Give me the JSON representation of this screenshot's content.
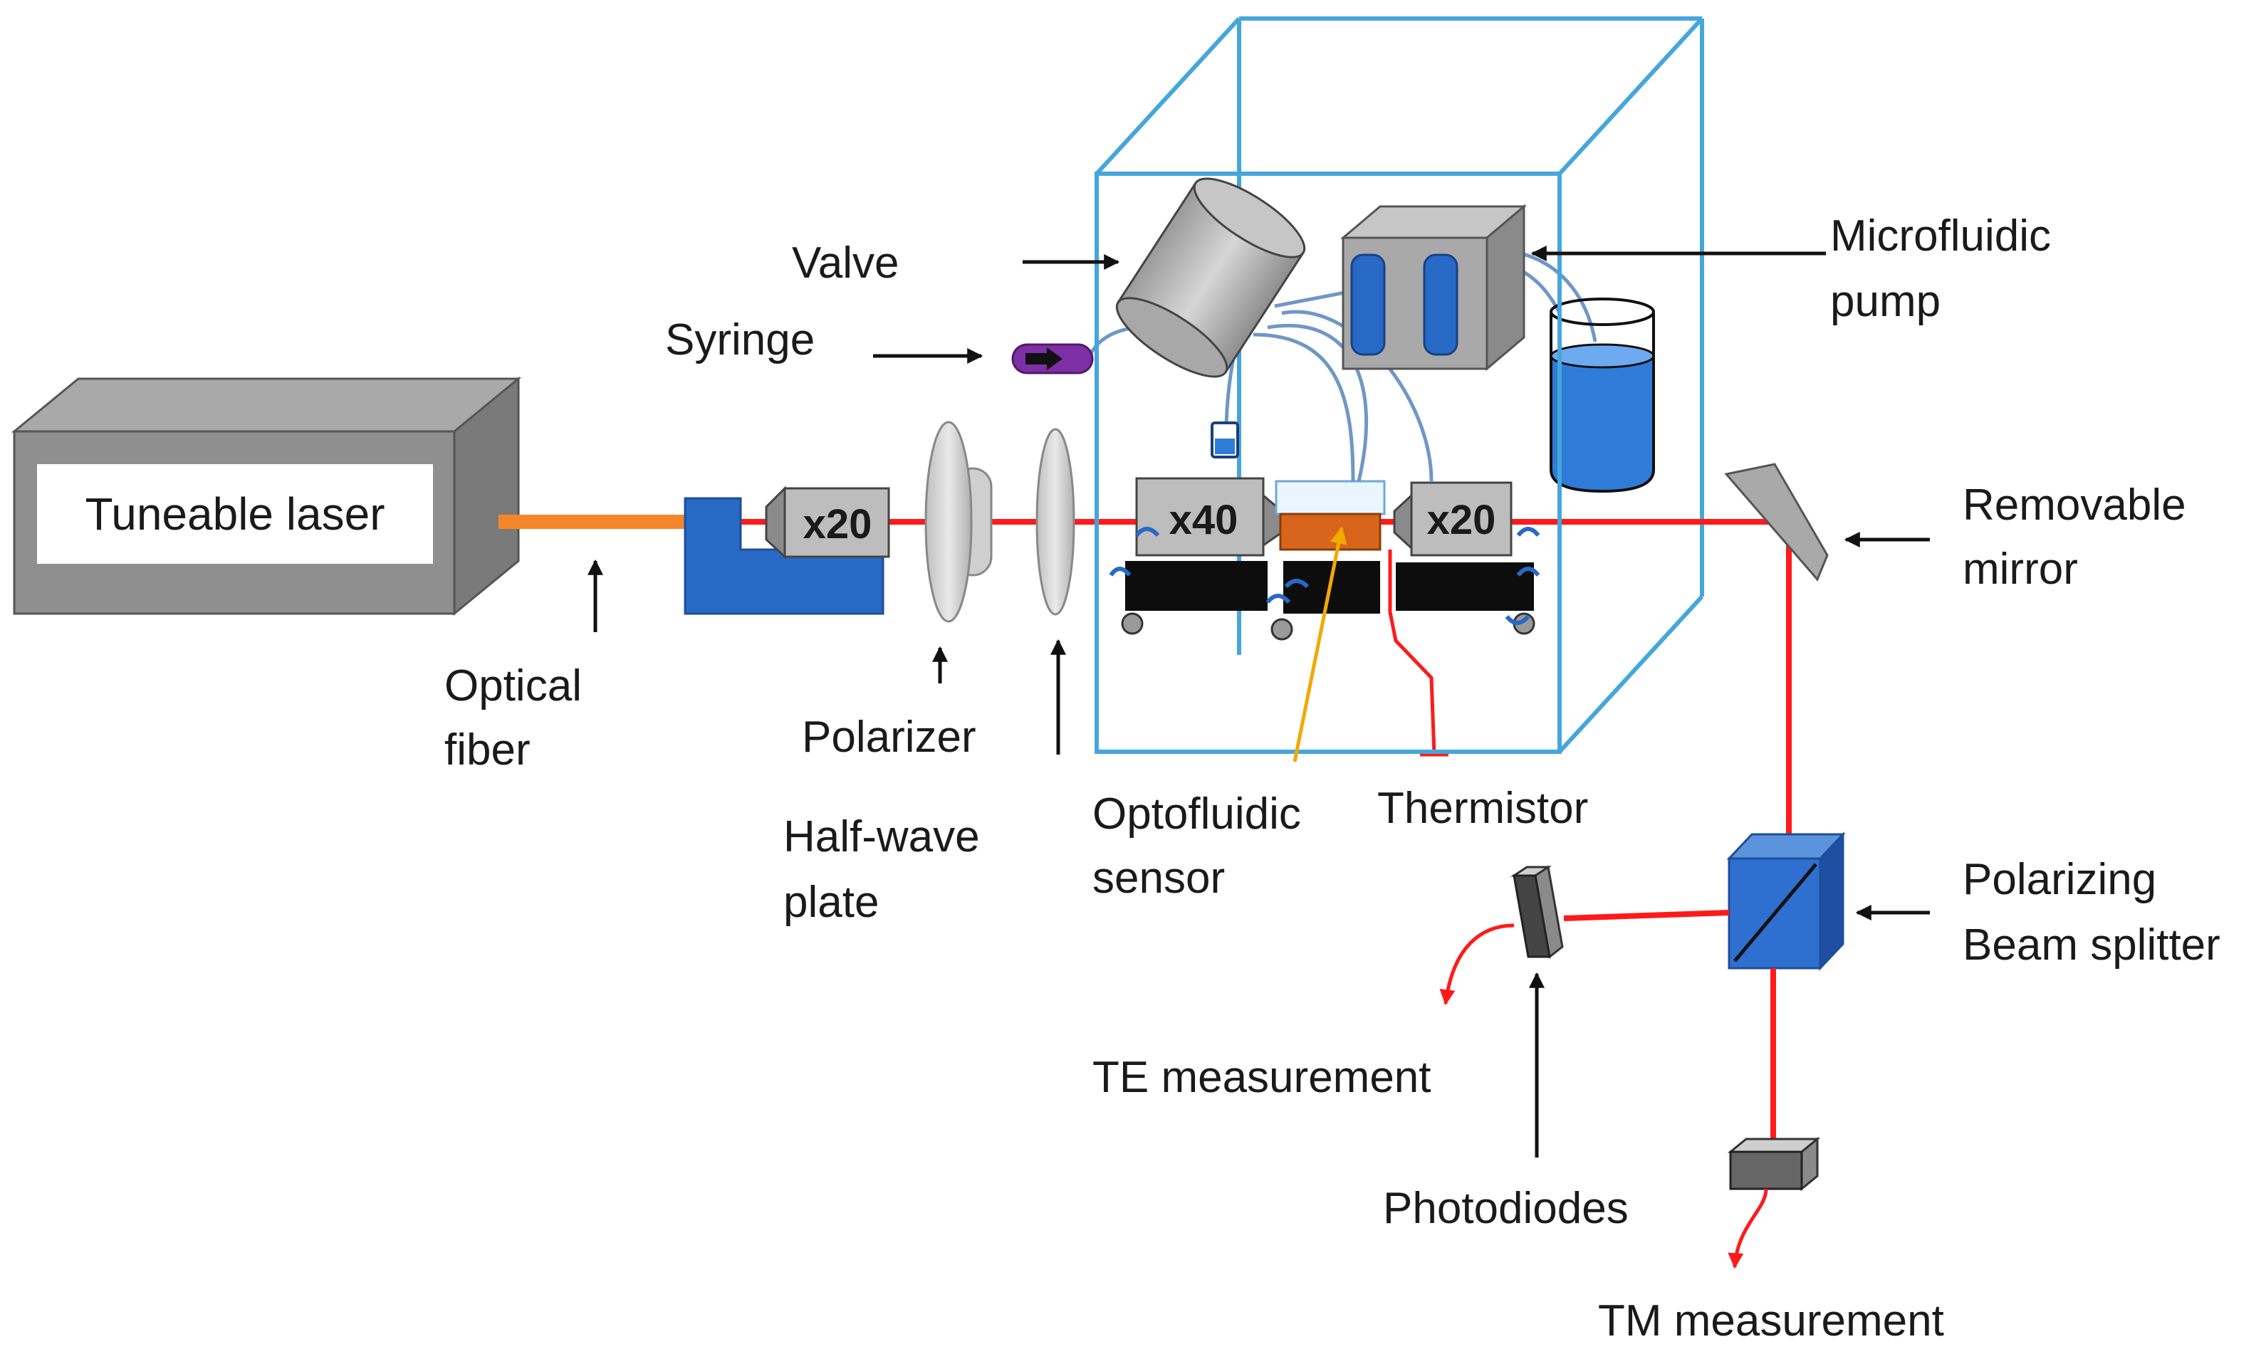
{
  "labels": {
    "tuneable_laser": "Tuneable laser",
    "optical_fiber_1": "Optical",
    "optical_fiber_2": "fiber",
    "polarizer": "Polarizer",
    "half_wave_1": "Half-wave",
    "half_wave_2": "plate",
    "valve": "Valve",
    "syringe": "Syringe",
    "microfluidic_1": "Microfluidic",
    "microfluidic_2": "pump",
    "removable_1": "Removable",
    "removable_2": "mirror",
    "optofluidic_1": "Optofluidic",
    "optofluidic_2": "sensor",
    "thermistor": "Thermistor",
    "polarizing_1": "Polarizing",
    "polarizing_2": "Beam splitter",
    "te_measurement": "TE measurement",
    "photodiodes": "Photodiodes",
    "tm_measurement": "TM measurement"
  },
  "objectives": {
    "obj1": "x20",
    "obj2": "x40",
    "obj3": "x20"
  },
  "colors": {
    "beam": "#ff1a1a",
    "fiber": "#f5862a",
    "enclosure": "#45a6dc",
    "tubing": "#6f97c6",
    "blue_component": "#2869c6",
    "liquid": "#2f7cd8"
  }
}
